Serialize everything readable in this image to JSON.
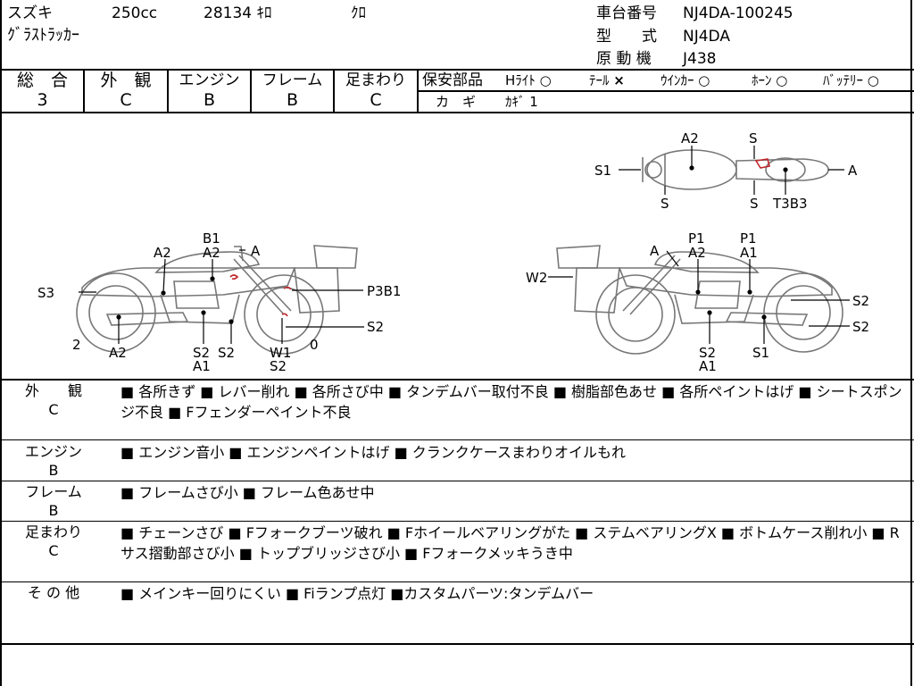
{
  "header": {
    "maker": "スズキ",
    "displacement": "250cc",
    "mileage": "28134 ｷﾛ",
    "color": "ｸﾛ",
    "model_name": "ｸﾞﾗｽﾄﾗｯｶｰ",
    "frame_no_label": "車台番号",
    "frame_no": "NJ4DA-100245",
    "type_label": "型　　式",
    "type": "NJ4DA",
    "engine_label": "原 動 機",
    "engine": "J438"
  },
  "grades": [
    {
      "label": "総　合",
      "value": "3"
    },
    {
      "label": "外　観",
      "value": "C"
    },
    {
      "label": "エンジン",
      "value": "B"
    },
    {
      "label": "フレーム",
      "value": "B"
    },
    {
      "label": "足まわり",
      "value": "C"
    }
  ],
  "safety": {
    "title": "保安部品",
    "items": [
      {
        "label": "Hﾗｲﾄ",
        "mark": "○"
      },
      {
        "label": "ﾃｰﾙ",
        "mark": "×"
      },
      {
        "label": "ｳｲﾝｶｰ",
        "mark": "○"
      },
      {
        "label": "ﾎｰﾝ",
        "mark": "○"
      },
      {
        "label": "ﾊﾞｯﾃﾘｰ",
        "mark": "○"
      }
    ],
    "key_label": "カ　ギ",
    "key_value": "ｶｷﾞ 1"
  },
  "diagram": {
    "top": [
      "A2",
      "S",
      "S1",
      "A",
      "S",
      "S",
      "T3B3"
    ],
    "left": [
      "B1",
      "A2",
      "A",
      "A2",
      "S3",
      "P3B1",
      "S2",
      "2",
      "A2",
      "S2",
      "S2",
      "W1",
      "0",
      "A1",
      "S2"
    ],
    "right": [
      "A",
      "P1",
      "P1",
      "A2",
      "A1",
      "W2",
      "S2",
      "S2",
      "S2",
      "S1",
      "A1"
    ]
  },
  "sections": [
    {
      "title": "外　　観",
      "grade": "C",
      "text": "■ 各所きず ■ レバー削れ ■ 各所さび中 ■ タンデムバー取付不良 ■ 樹脂部色あせ ■ 各所ペイントはげ ■ シートスポンジ不良 ■ Fフェンダーペイント不良"
    },
    {
      "title": "エンジン",
      "grade": "B",
      "text": "■ エンジン音小 ■ エンジンペイントはげ ■ クランクケースまわりオイルもれ"
    },
    {
      "title": "フレーム",
      "grade": "B",
      "text": "■ フレームさび小 ■ フレーム色あせ中"
    },
    {
      "title": "足まわり",
      "grade": "C",
      "text": "■ チェーンさび ■ Fフォークブーツ破れ ■ Fホイールベアリングがた ■ ステムベアリングX ■ ボトムケース削れ小 ■ Rサス摺動部さび小 ■ トップブリッジさび小 ■ Fフォークメッキうき中"
    },
    {
      "title": "そ の 他",
      "grade": "",
      "text": "■ メインキー回りにくい ■ Fiランプ点灯 ■カスタムパーツ:タンデムバー"
    }
  ]
}
